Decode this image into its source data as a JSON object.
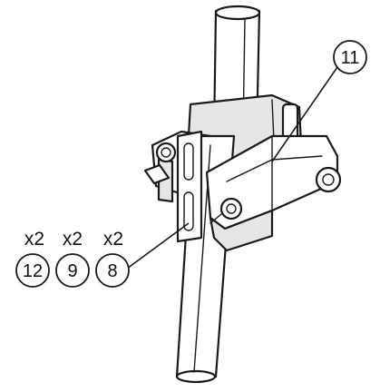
{
  "callouts": {
    "clamp_assembly": "11",
    "part_a": "12",
    "part_b": "9",
    "part_c": "8"
  },
  "quantities": {
    "part_a": "x2",
    "part_b": "x2",
    "part_c": "x2"
  }
}
